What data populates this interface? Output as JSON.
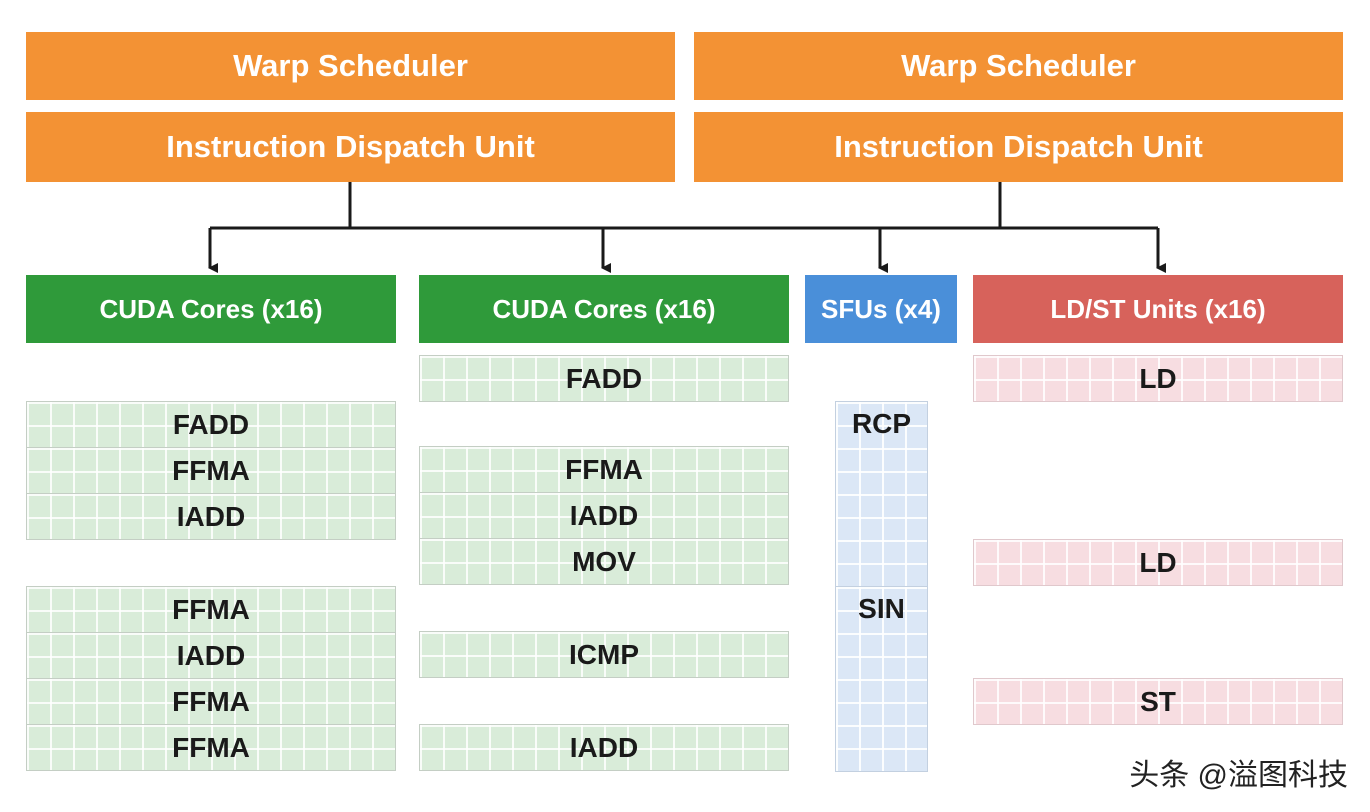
{
  "schedulers": [
    {
      "warp": "Warp Scheduler",
      "dispatch": "Instruction Dispatch Unit"
    },
    {
      "warp": "Warp Scheduler",
      "dispatch": "Instruction Dispatch Unit"
    }
  ],
  "units": [
    {
      "label": "CUDA Cores (x16)",
      "kind": "cuda",
      "color": "#2f9a3a",
      "instructions": [
        "FADD",
        "FFMA",
        "IADD",
        "FFMA",
        "IADD",
        "FFMA",
        "FFMA"
      ]
    },
    {
      "label": "CUDA Cores (x16)",
      "kind": "cuda",
      "color": "#2f9a3a",
      "instructions": [
        "FADD",
        "FFMA",
        "IADD",
        "MOV",
        "ICMP",
        "IADD"
      ]
    },
    {
      "label": "SFUs (x4)",
      "kind": "sfu",
      "color": "#4a8fd9",
      "instructions": [
        "RCP",
        "SIN"
      ]
    },
    {
      "label": "LD/ST Units (x16)",
      "kind": "ldst",
      "color": "#d7625b",
      "instructions": [
        "LD",
        "LD",
        "ST"
      ]
    }
  ],
  "colors": {
    "scheduler": "#f39234",
    "cuda_cell": "#d9ecd9",
    "sfu_cell": "#dbe7f6",
    "ldst_cell": "#f7dde1",
    "connector": "#1a1a1a"
  },
  "watermark": "头条 @溢图科技"
}
